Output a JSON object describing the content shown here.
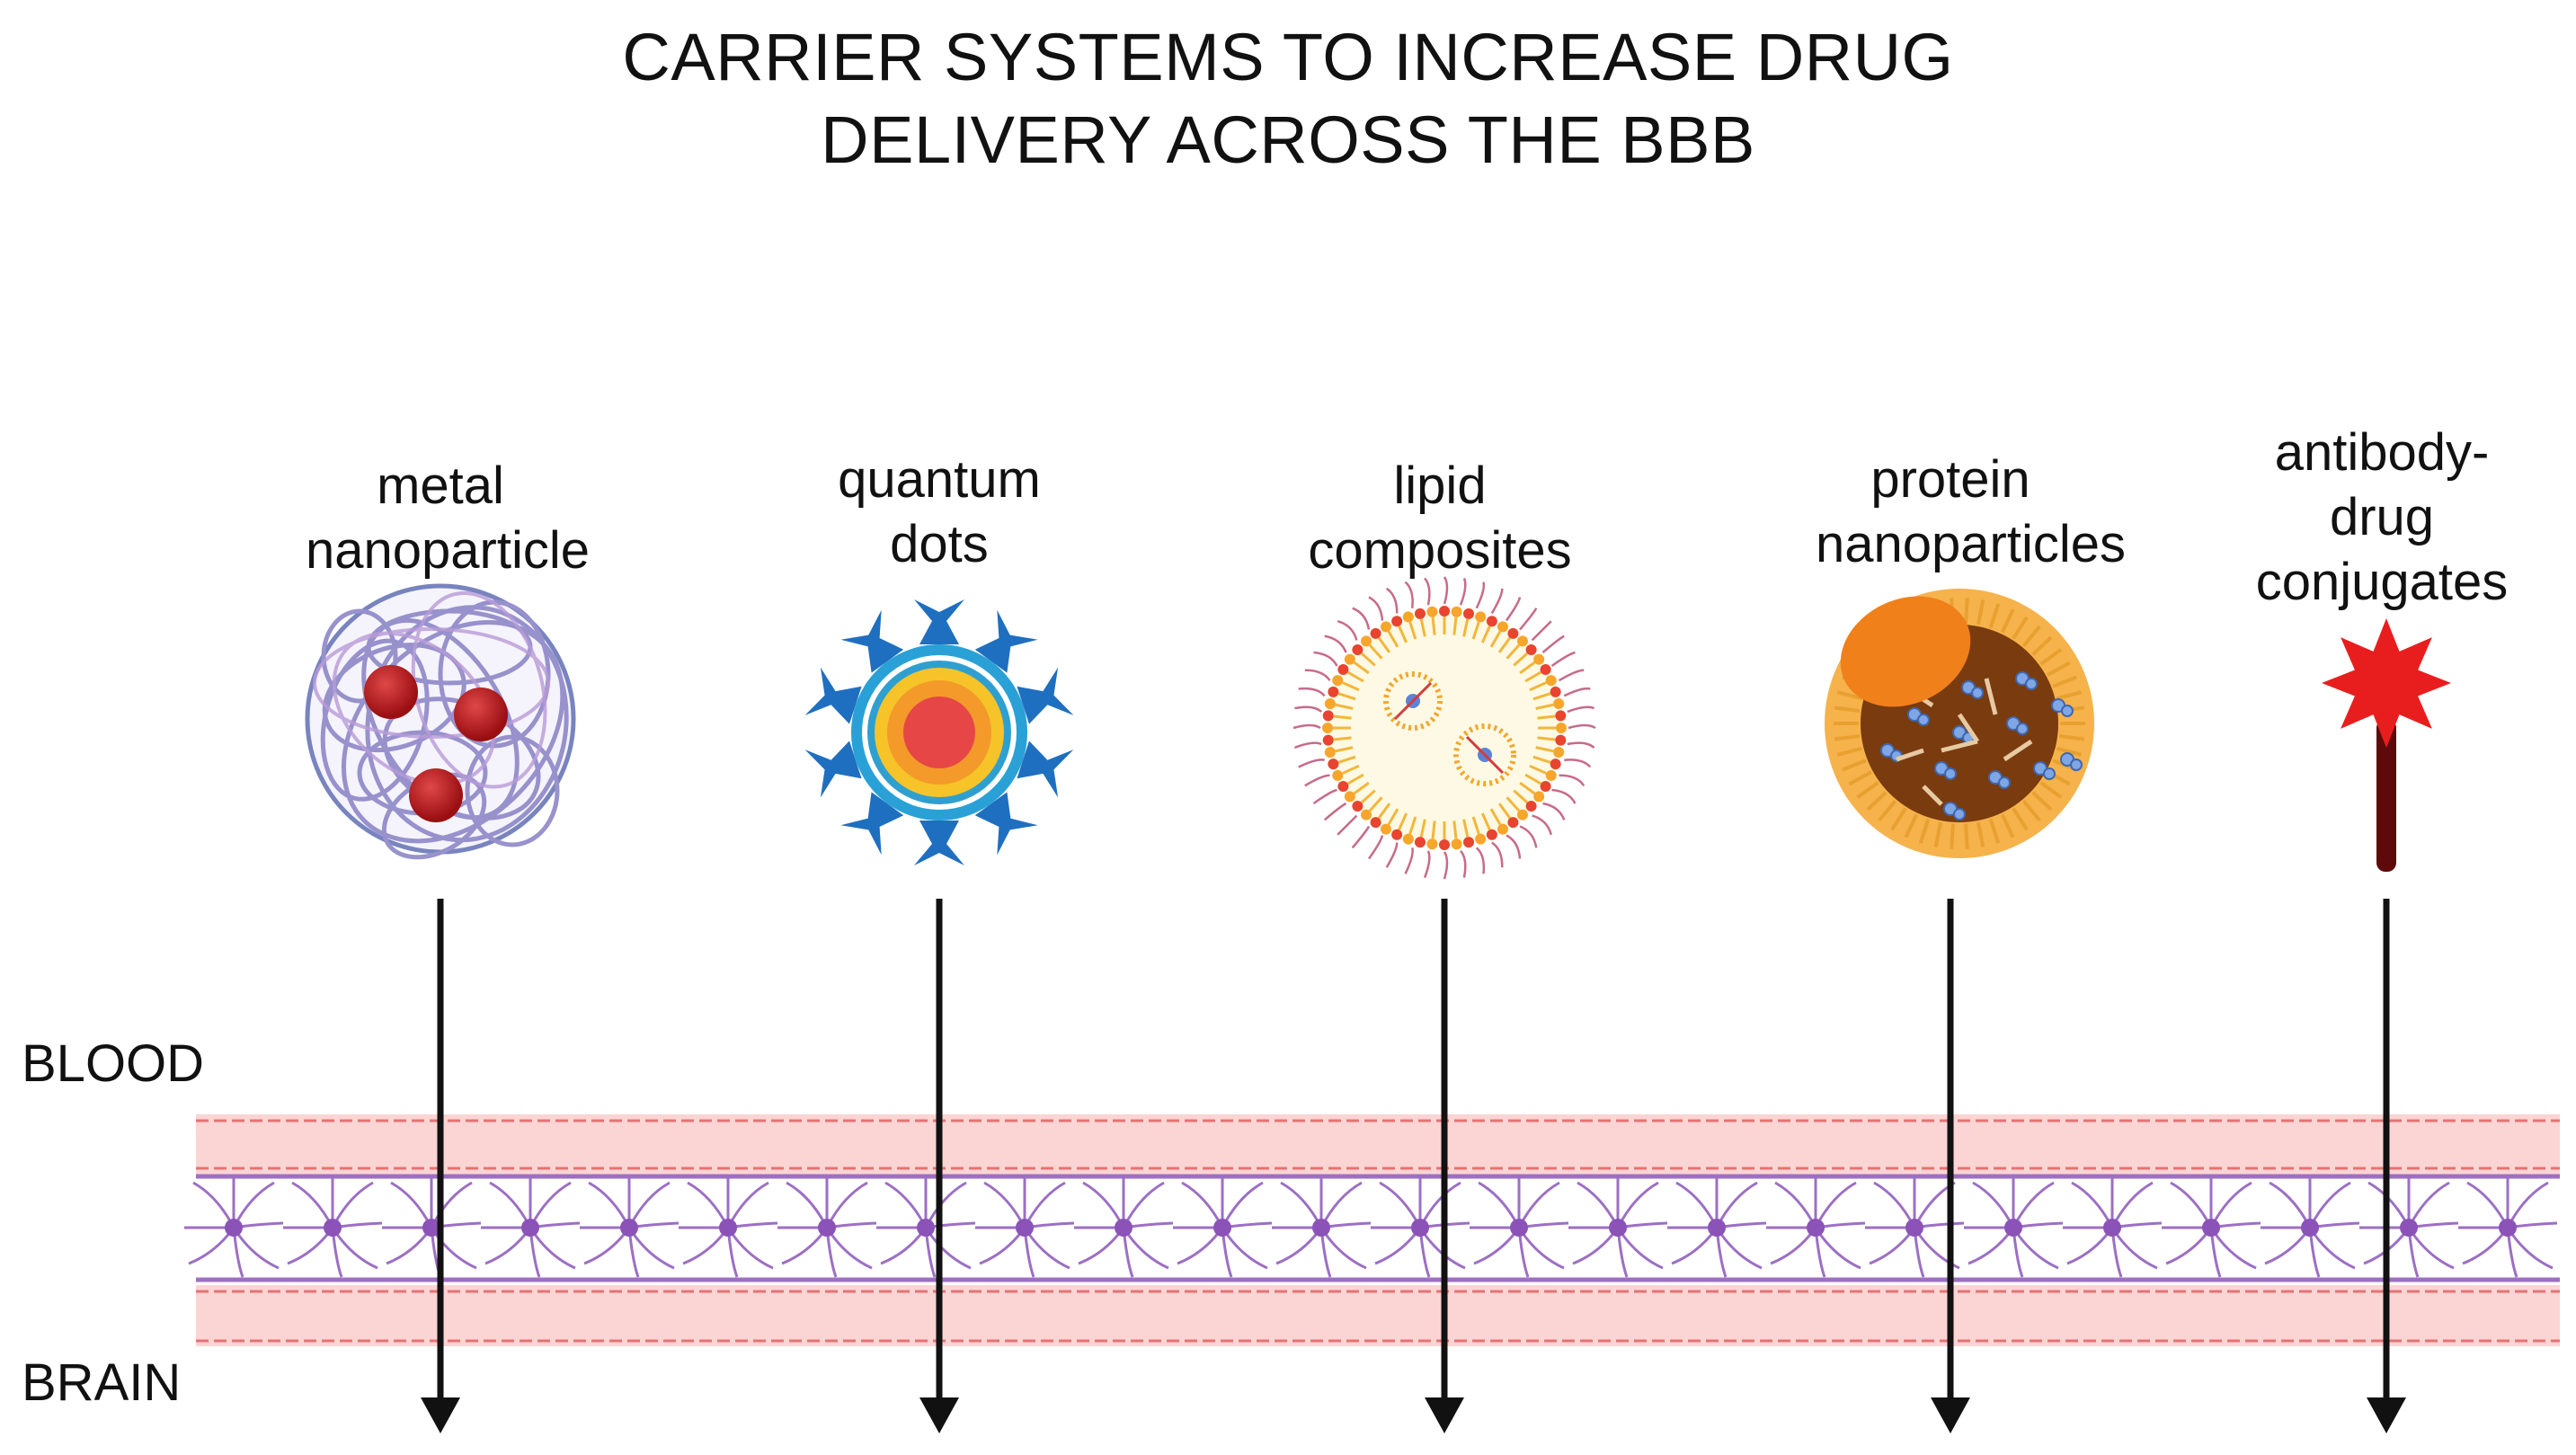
{
  "title": {
    "line1": "CARRIER SYSTEMS TO INCREASE DRUG",
    "line2": "DELIVERY ACROSS THE BBB"
  },
  "regions": {
    "top": "BLOOD",
    "bottom": "BRAIN"
  },
  "carriers": [
    {
      "line1": "metal",
      "line2": "nanoparticle",
      "line3": "",
      "icon": "metal-nanoparticle-icon"
    },
    {
      "line1": "quantum",
      "line2": "dots",
      "line3": "",
      "icon": "quantum-dot-icon"
    },
    {
      "line1": "lipid",
      "line2": "composites",
      "line3": "",
      "icon": "lipid-composite-icon"
    },
    {
      "line1": "protein",
      "line2": "nanoparticles",
      "line3": "",
      "icon": "protein-nanoparticle-icon"
    },
    {
      "line1": "antibody-",
      "line2": "drug",
      "line3": "conjugates",
      "icon": "antibody-drug-conjugate-icon"
    }
  ],
  "colors": {
    "barrier_fill": "#fbd4d4",
    "barrier_edge": "#e57373",
    "neuron": "#9c6fc4",
    "arrow": "#111111"
  }
}
